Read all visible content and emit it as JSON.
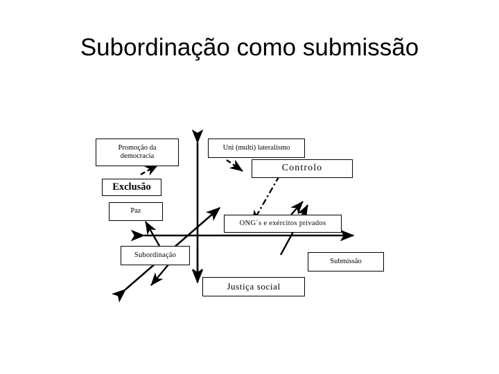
{
  "slide": {
    "title": "Subordinação como submissão",
    "background_color": "#ffffff",
    "ink_color": "#000000"
  },
  "diagram": {
    "type": "axes-quadrant-diagram",
    "axes": [
      {
        "name": "vertical-axis",
        "orientation": "vertical",
        "arrowheads": "both"
      },
      {
        "name": "horizontal-axis",
        "orientation": "horizontal",
        "arrowheads": "both"
      },
      {
        "name": "diagonal-axis-lower-left",
        "orientation": "diagonal",
        "arrowheads": "both"
      }
    ],
    "nodes": [
      {
        "id": "promocao-democracia",
        "label": "Promoção da\ndemocracia"
      },
      {
        "id": "uni-multi-lateralismo",
        "label": "Uni (multi) lateralismo"
      },
      {
        "id": "controlo",
        "label": "Controlo"
      },
      {
        "id": "exclusao",
        "label": "Exclusão"
      },
      {
        "id": "paz",
        "label": "Paz"
      },
      {
        "id": "ong-exercitos-privados",
        "label": "ONG´s e exércitos privados"
      },
      {
        "id": "subordinacao",
        "label": "Subordinação"
      },
      {
        "id": "submissao",
        "label": "Submissão"
      },
      {
        "id": "justica-social",
        "label": "Justiça social"
      }
    ],
    "connectors": [
      {
        "id": "dashed-arrow-promocao",
        "style": "dashed",
        "direction": "up-right"
      },
      {
        "id": "dashed-arrow-unilateralismo",
        "style": "dashed",
        "direction": "down-right"
      },
      {
        "id": "dashdot-arrow-controlo-to-ong",
        "style": "dash-dot",
        "direction": "down-left"
      },
      {
        "id": "solid-arrow-ong-up-right",
        "style": "solid",
        "direction": "up-right"
      },
      {
        "id": "solid-arrow-submissao-up-right",
        "style": "solid",
        "direction": "up-right"
      },
      {
        "id": "solid-arrow-subordinacao-up-left",
        "style": "solid",
        "direction": "up-left"
      },
      {
        "id": "solid-arrow-subordinacao-down-left",
        "style": "solid",
        "direction": "down-left"
      },
      {
        "id": "solid-arrow-justica-down",
        "style": "solid",
        "direction": "down"
      }
    ]
  }
}
